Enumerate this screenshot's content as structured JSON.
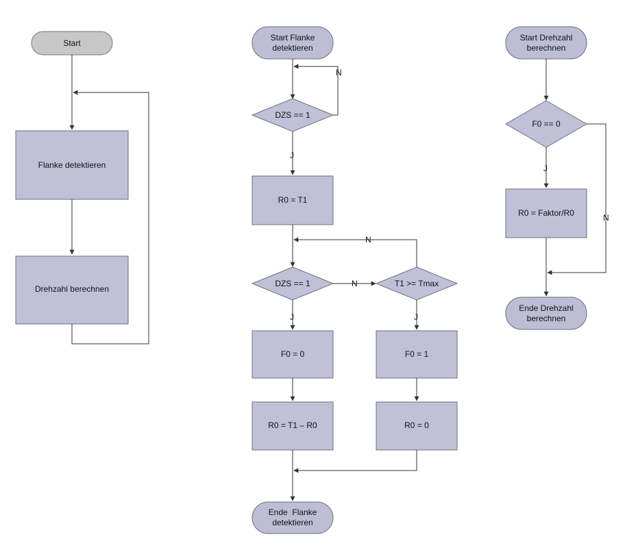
{
  "colors": {
    "process_fill": "#c0c0d8",
    "start_fill": "#c8c8c8",
    "line": "#333333"
  },
  "main_flow": {
    "start": "Start",
    "step1": "Flanke detektieren",
    "step2": "Drehzahl berechnen"
  },
  "flank_flow": {
    "start": [
      "Start Flanke",
      "detektieren"
    ],
    "check1": "DZS == 1",
    "assign_r0_t1": "R0 = T1",
    "check2": "DZS == 1",
    "check_timeout": "T1 >= Tmax",
    "set_f0_0": "F0 = 0",
    "set_f0_1": "F0 = 1",
    "r0_diff": "R0 = T1 – R0",
    "r0_zero": "R0 = 0",
    "end": [
      "Ende  Flanke",
      "detektieren"
    ]
  },
  "speed_flow": {
    "start": [
      "Start Drehzahl",
      "berechnen"
    ],
    "check": "F0 == 0",
    "assign": "R0 = Faktor/R0",
    "end": [
      "Ende Drehzahl",
      "berechnen"
    ]
  },
  "labels": {
    "yes": "J",
    "no": "N"
  }
}
